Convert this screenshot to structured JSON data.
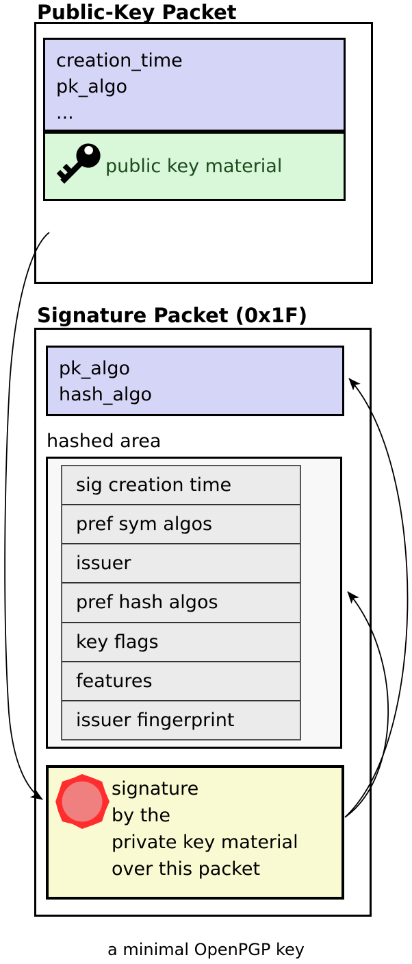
{
  "diagram": {
    "caption": "a minimal OpenPGP key"
  },
  "colors": {
    "packet_header_bg": "#d5d5f7",
    "key_material_bg": "#d9f7d9",
    "key_material_text": "#1d4b1d",
    "signature_bg": "#fafad2",
    "seal_ring": "#ff2d2d",
    "seal_fill": "#f08080",
    "hashed_area_bg": "#f8f8f8",
    "subpacket_bg": "#ebebeb",
    "outline": "#000000"
  },
  "icons": {
    "key": "key-icon",
    "seal": "seal-icon"
  },
  "public_key_packet": {
    "title": "Public-Key Packet",
    "fields": [
      "creation_time",
      "pk_algo",
      "..."
    ],
    "key_material_label": "public key material"
  },
  "signature_packet": {
    "title": "Signature Packet (0x1F)",
    "fields": [
      "pk_algo",
      "hash_algo"
    ],
    "hashed_area_label": "hashed area",
    "hashed_subpackets": [
      "sig creation time",
      "pref sym algos",
      "issuer",
      "pref hash algos",
      "key flags",
      "features",
      "issuer fingerprint"
    ],
    "signature_text_lines": [
      "signature",
      "by the",
      "private key material",
      "over this packet"
    ]
  }
}
